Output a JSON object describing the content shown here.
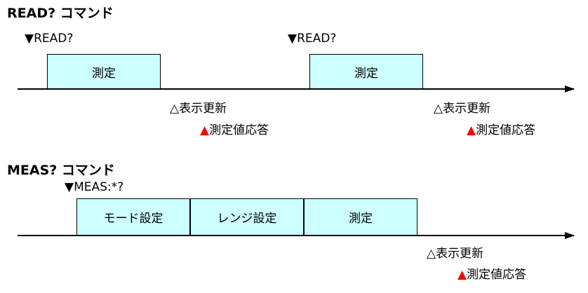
{
  "read_section": {
    "title": "READ? コマンド",
    "cmd_marker_1": "▼READ?",
    "cmd_marker_2": "▼READ?",
    "box_1": "測定",
    "box_2": "測定",
    "display_update_1": "△表示更新",
    "display_update_2": "△表示更新",
    "response_1_symbol": "▲",
    "response_1_text": "測定値応答",
    "response_2_symbol": "▲",
    "response_2_text": "測定値応答"
  },
  "meas_section": {
    "title": "MEAS? コマンド",
    "cmd_marker": "▼MEAS:*?",
    "box_mode": "モード設定",
    "box_range": "レンジ設定",
    "box_measure": "測定",
    "display_update": "△表示更新",
    "response_symbol": "▲",
    "response_text": "測定値応答"
  },
  "colors": {
    "box_fill": "#ccffff",
    "response_marker": "#ff0000",
    "axis": "#000000"
  }
}
